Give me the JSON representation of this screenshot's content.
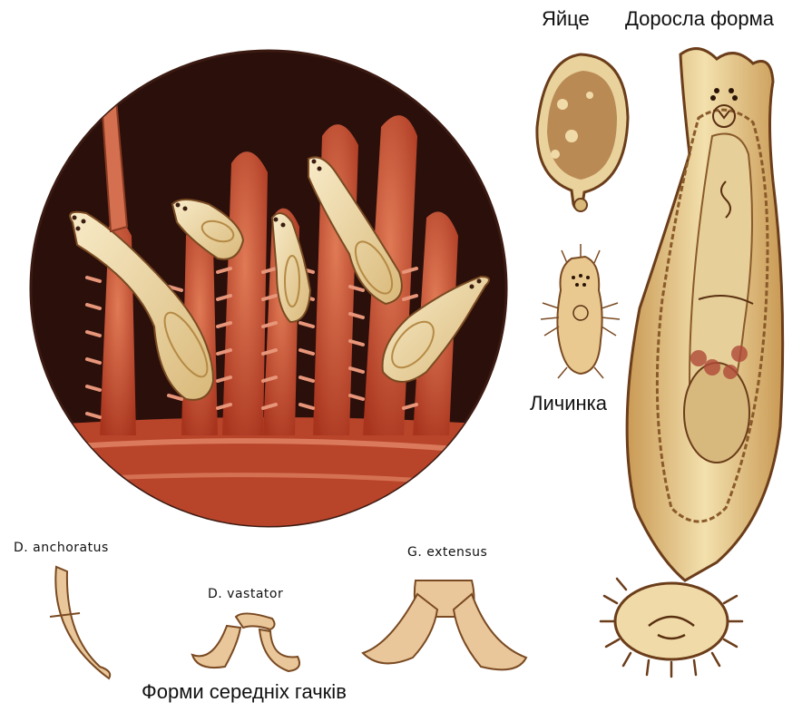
{
  "labels": {
    "egg": "Яйце",
    "adult": "Доросла форма",
    "larva": "Личинка",
    "hook_1": "D. anchoratus",
    "hook_2": "D. vastator",
    "hook_3": "G. extensus",
    "hooks_caption": "Форми середніх гачків"
  },
  "colors": {
    "background": "#ffffff",
    "circle_bg": "#2a0f0b",
    "gill_tissue": "#c8553a",
    "gill_highlight": "#e8967a",
    "worm_body": "#f0dcaa",
    "worm_outline": "#7a4a22",
    "organ": "#b58a45",
    "hook": "#e9c79a"
  }
}
